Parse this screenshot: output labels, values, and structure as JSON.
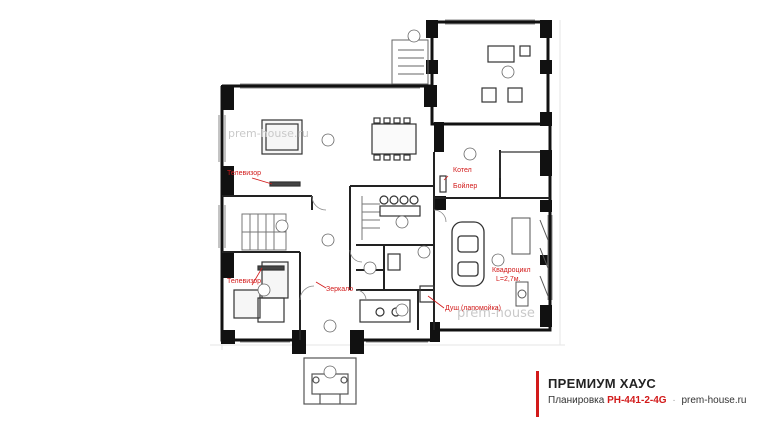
{
  "watermarks": [
    "prem-house.ru",
    "prem-house"
  ],
  "annotations": {
    "tv_upper": "Телевизор",
    "tv_lower": "Телевизор",
    "kotel": "Котел",
    "boiler": "Бойлер",
    "mirror": "Зеркало",
    "shower": "Душ (лапомойка)",
    "quad": "Квадроцикл",
    "quad_size": "L=2,7м."
  },
  "title_box": {
    "title": "ПРЕМИУМ ХАУС",
    "label": "Планировка",
    "code": "PH-441-2-4G",
    "separator": "·",
    "site": "prem-house.ru"
  },
  "colors": {
    "accent": "#d21a1a",
    "wall": "#111111",
    "line": "#555555"
  }
}
